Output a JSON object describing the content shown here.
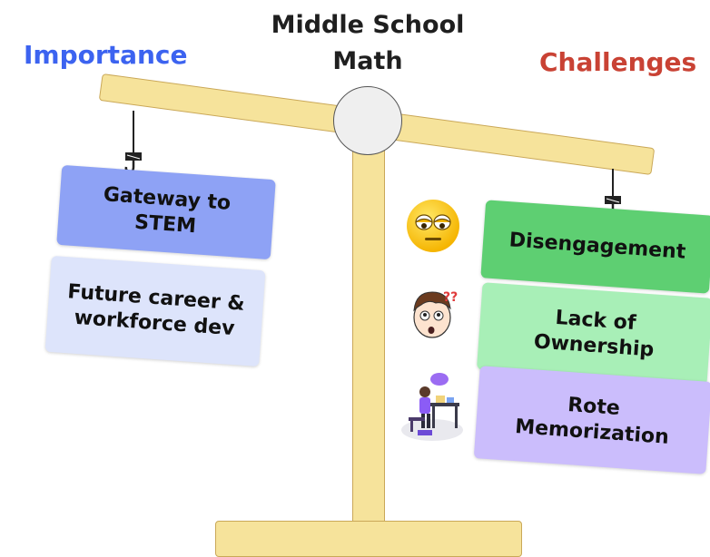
{
  "title": {
    "line1": "Middle School",
    "line2": "Math"
  },
  "importance_label": "Importance",
  "challenges_label": "Challenges",
  "colors": {
    "importance": "#3c63f0",
    "challenges": "#c94234",
    "scale_fill": "#f6e39b",
    "scale_stroke": "#caa858"
  },
  "importance_items": [
    {
      "line1": "Gateway to",
      "line2": "STEM"
    },
    {
      "line1": "Future career &",
      "line2": "workforce dev"
    }
  ],
  "challenge_items": [
    {
      "line1": "Disengagement",
      "icon": "rolling-eyes-face-icon"
    },
    {
      "line1": "Lack of",
      "line2": "Ownership",
      "icon": "confused-boy-icon"
    },
    {
      "line1": "Rote",
      "line2": "Memorization",
      "icon": "student-desk-icon"
    }
  ]
}
